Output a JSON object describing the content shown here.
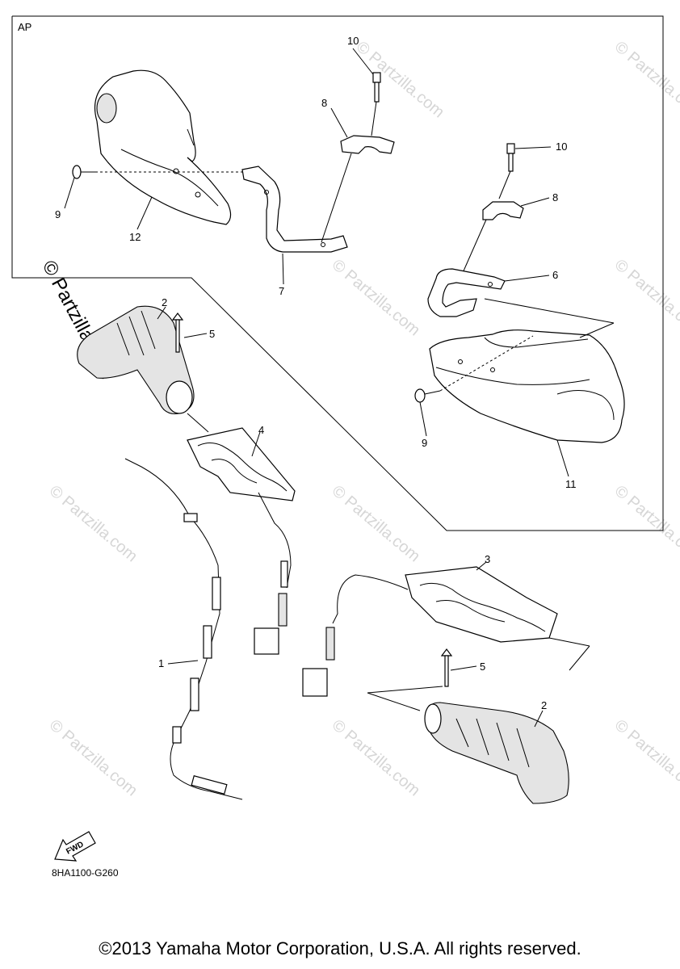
{
  "diagram": {
    "group_label": "AP",
    "drawing_code": "8HA1100-G260",
    "fwd_label": "FWD",
    "callouts": {
      "c10a": "10",
      "c8a": "8",
      "c9a": "9",
      "c12": "12",
      "c7": "7",
      "c10b": "10",
      "c8b": "8",
      "c6": "6",
      "c9b": "9",
      "c11": "11",
      "c2a": "2",
      "c5a": "5",
      "c4": "4",
      "c1": "1",
      "c3": "3",
      "c5b": "5",
      "c2b": "2"
    },
    "watermark": "© Partzilla.com",
    "watermark_strong": "© Partzilla.com"
  },
  "footer": {
    "copyright": "©2013 Yamaha Motor Corporation, U.S.A. All rights reserved."
  }
}
